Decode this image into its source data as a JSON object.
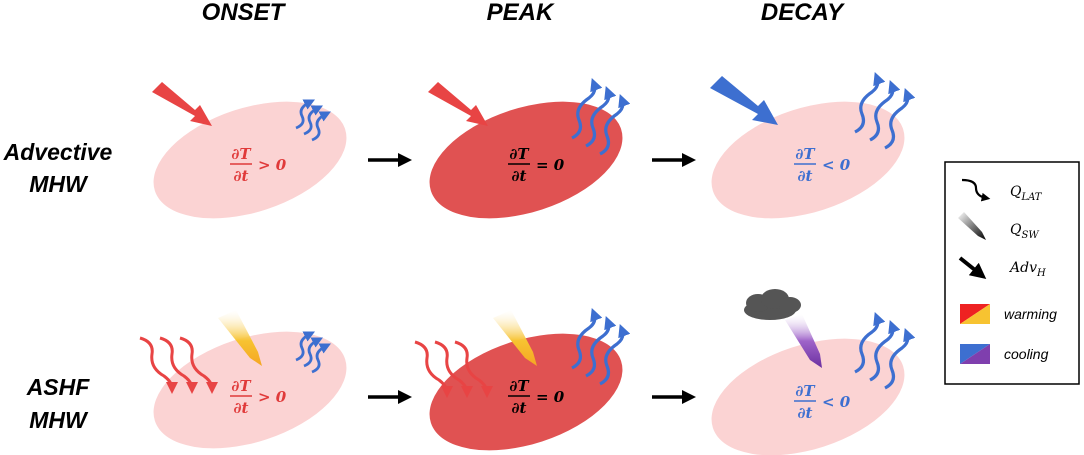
{
  "columns": [
    "ONSET",
    "PEAK",
    "DECAY"
  ],
  "rows": [
    {
      "line1": "Advective",
      "line2": "MHW"
    },
    {
      "line1": "ASHF",
      "line2": "MHW"
    }
  ],
  "equations": {
    "num": "∂T",
    "den": "∂t",
    "gt": "> 0",
    "eq": "= 0",
    "lt": "< 0"
  },
  "legend": {
    "q_lat": {
      "main": "Q",
      "sub": "LAT"
    },
    "q_sw": {
      "main": "Q",
      "sub": "SW"
    },
    "adv_h": {
      "main": "Adv",
      "sub": "H"
    },
    "warming": "warming",
    "cooling": "cooling"
  },
  "colors": {
    "light_ellipse": "#fbd3d3",
    "dark_ellipse": "#e05252",
    "warm_red": "#e84444",
    "cool_blue": "#3d6fd0",
    "sun_yellow": "#f7c331",
    "cool_purple": "#7f3fae",
    "cloud": "#555555"
  }
}
